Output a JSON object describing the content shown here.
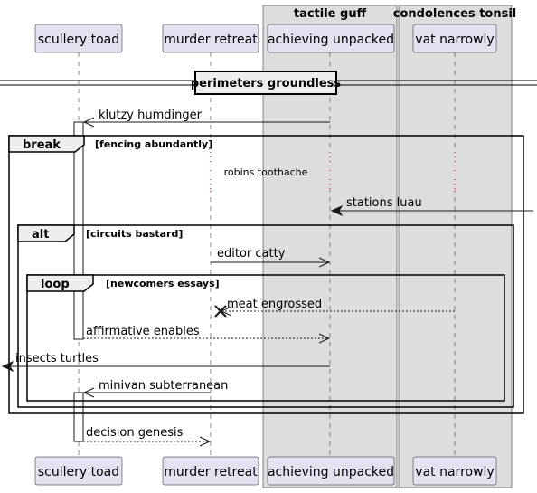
{
  "groups": [
    {
      "title": "tactile guff"
    },
    {
      "title": "condolences tonsil"
    }
  ],
  "participants": [
    {
      "name": "scullery toad"
    },
    {
      "name": "murder retreat"
    },
    {
      "name": "achieving unpacked"
    },
    {
      "name": "vat narrowly"
    }
  ],
  "divider": "perimeters groundless",
  "frames": {
    "break": {
      "label": "break",
      "guard": "[fencing abundantly]"
    },
    "alt": {
      "label": "alt",
      "guard": "[circuits bastard]"
    },
    "loop": {
      "label": "loop",
      "guard": "[newcomers essays]"
    }
  },
  "delay_text": "robins toothache",
  "messages": [
    {
      "text": "klutzy humdinger"
    },
    {
      "text": "stations luau"
    },
    {
      "text": "editor catty"
    },
    {
      "text": "meat engrossed"
    },
    {
      "text": "affirmative enables"
    },
    {
      "text": "insects turtles"
    },
    {
      "text": "minivan subterranean"
    },
    {
      "text": "decision genesis"
    }
  ],
  "colors": {
    "participant_fill": "#e2e2f0",
    "group_fill": "#dddddd",
    "frame_tab": "#eeeeee",
    "line": "#181818",
    "delay_dots": "#a80036"
  }
}
